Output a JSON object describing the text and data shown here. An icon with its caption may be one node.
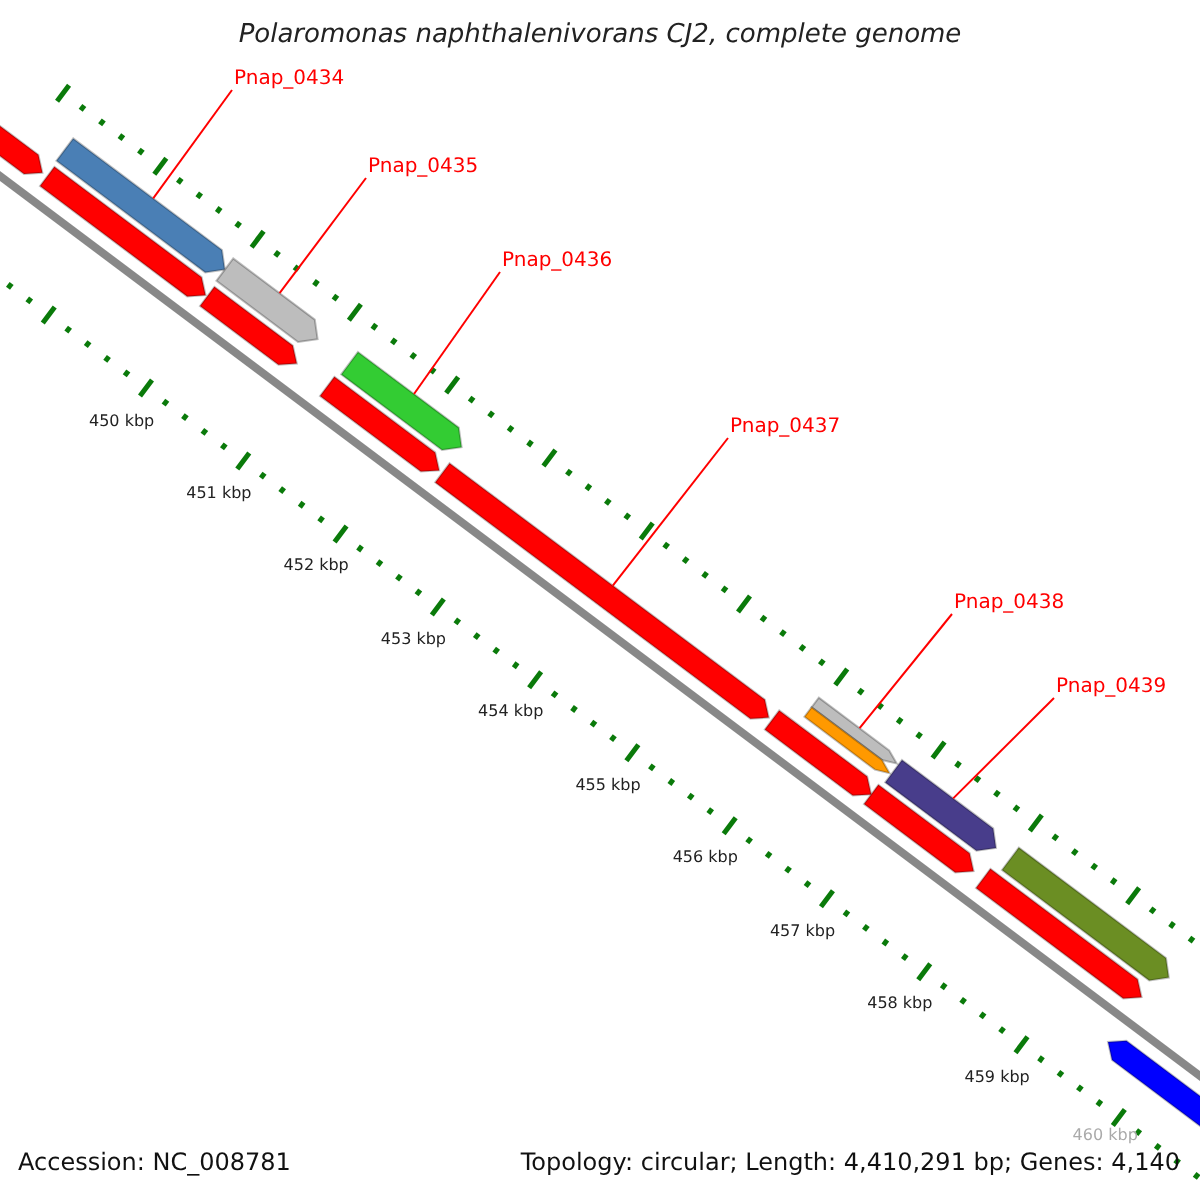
{
  "diagram": {
    "title": "Polaromonas naphthalenivorans CJ2, complete genome",
    "nodes": [
      {
        "text": [
          "Pnap_0434"
        ]
      },
      {
        "text": [
          "Pnap_0435"
        ]
      },
      {
        "text": [
          "Pnap_0436"
        ]
      },
      {
        "text": [
          "Pnap_0437"
        ]
      },
      {
        "text": [
          "Pnap_0438"
        ]
      },
      {
        "text": [
          "Pnap_0439"
        ]
      },
      {
        "text": [],
        "shape": "bar"
      },
      {
        "text": [],
        "shape": "bar"
      },
      {
        "text": [],
        "shape": "bar"
      },
      {
        "text": [],
        "shape": "bar"
      },
      {
        "text": [],
        "shape": "bar"
      },
      {
        "text": [],
        "shape": "bar"
      },
      {
        "text": [],
        "shape": "bar"
      },
      {
        "text": [],
        "shape": "bar"
      },
      {
        "text": [],
        "shape": "bar"
      },
      {
        "text": [],
        "shape": "bar"
      },
      {
        "text": [],
        "shape": "bar"
      },
      {
        "text": [],
        "shape": "bar"
      },
      {
        "text": [],
        "shape": "bar"
      },
      {
        "text": [],
        "shape": "bar"
      },
      {
        "text": [],
        "shape": "bar"
      }
    ],
    "edges": [
      {
        "from": 0,
        "to": 6,
        "arrow": "none"
      },
      {
        "from": 1,
        "to": 7,
        "arrow": "none"
      },
      {
        "from": 2,
        "to": 8,
        "arrow": "none"
      },
      {
        "from": 3,
        "to": 9,
        "arrow": "none"
      },
      {
        "from": 4,
        "to": 10,
        "arrow": "none"
      },
      {
        "from": 5,
        "to": 11,
        "arrow": "none"
      }
    ],
    "labels": [
      "450 kbp",
      "451 kbp",
      "452 kbp",
      "453 kbp",
      "454 kbp",
      "455 kbp",
      "456 kbp",
      "457 kbp",
      "458 kbp",
      "459 kbp",
      "460 kbp",
      "Accession: NC_008781",
      "Topology: circular; Length: 4,410,291 bp; Genes: 4,140"
    ]
  }
}
